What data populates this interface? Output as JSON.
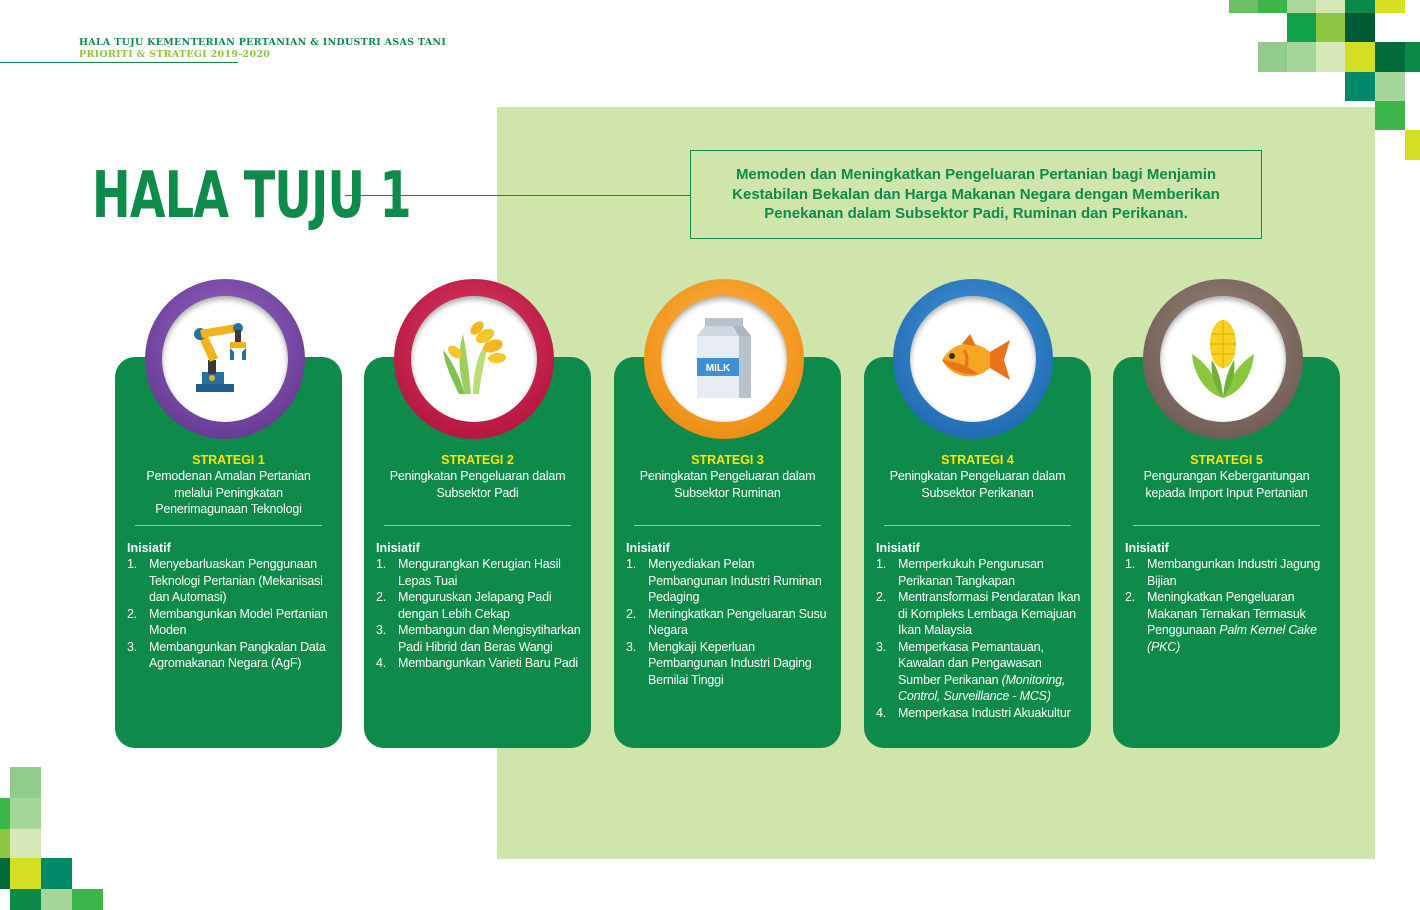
{
  "header": {
    "line1": "HALA TUJU KEMENTERIAN PERTANIAN & INDUSTRI ASAS TANI",
    "line2": "PRIORITI & STRATEGI 2019-2020"
  },
  "title": "HALA TUJU 1",
  "goal": "Memoden dan Meningkatkan Pengeluaran Pertanian bagi Menjamin Kestabilan Bekalan dan Harga Makanan Negara dengan Memberikan Penekanan dalam Subsektor Padi, Ruminan dan Perikanan.",
  "colors": {
    "primary_green": "#0e8a4a",
    "panel_green": "#cfe5ab",
    "strategy_label": "#ffe600"
  },
  "strategies": [
    {
      "label": "STRATEGI 1",
      "text": "Pemodenan Amalan Pertanian melalui Peningkatan Penerimagunaan Teknologi",
      "icon": "robot-arm-icon",
      "ring_color": "#7b4ea8",
      "initiative_heading": "Inisiatif",
      "initiatives": [
        {
          "num": "1.",
          "text": "Menyebarluaskan Penggunaan Teknologi Pertanian (Mekanisasi dan Automasi)"
        },
        {
          "num": "2.",
          "text": "Membangunkan Model Pertanian Moden"
        },
        {
          "num": "3.",
          "text": "Membangunkan Pangkalan Data Agromakanan Negara (AgF)"
        }
      ]
    },
    {
      "label": "STRATEGI 2",
      "text": "Peningkatan Pengeluaran dalam Subsektor Padi",
      "icon": "rice-plant-icon",
      "ring_color": "#c8234a",
      "initiative_heading": "Inisiatif",
      "initiatives": [
        {
          "num": "1.",
          "text": "Mengurangkan Kerugian Hasil Lepas Tuai"
        },
        {
          "num": "2.",
          "text": "Menguruskan Jelapang Padi dengan Lebih Cekap"
        },
        {
          "num": "3.",
          "text": "Membangun dan Mengisytiharkan Padi Hibrid dan Beras Wangi"
        },
        {
          "num": "4.",
          "text": "Membangunkan Varieti Baru Padi"
        }
      ]
    },
    {
      "label": "STRATEGI 3",
      "text": "Peningkatan Pengeluaran dalam Subsektor Ruminan",
      "icon": "milk-carton-icon",
      "icon_text": "MILK",
      "ring_color": "#f39a1f",
      "initiative_heading": "Inisiatif",
      "initiatives": [
        {
          "num": "1.",
          "text": "Menyediakan Pelan Pembangunan Industri Ruminan Pedaging"
        },
        {
          "num": "2.",
          "text": "Meningkatkan Pengeluaran Susu Negara"
        },
        {
          "num": "3.",
          "text": "Mengkaji Keperluan Pembangunan Industri Daging Bernilai Tinggi"
        }
      ]
    },
    {
      "label": "STRATEGI 4",
      "text": "Peningkatan Pengeluaran dalam Subsektor Perikanan",
      "icon": "fish-icon",
      "ring_color": "#2a7dc4",
      "initiative_heading": "Inisiatif",
      "initiatives": [
        {
          "num": "1.",
          "text": "Memperkukuh Pengurusan Perikanan Tangkapan"
        },
        {
          "num": "2.",
          "text": "Mentransformasi Pendaratan Ikan di Kompleks Lembaga Kemajuan Ikan Malaysia"
        },
        {
          "num": "3.",
          "text": "Memperkasa Pemantauan, Kawalan dan Pengawasan Sumber Perikanan ",
          "italic": "(Monitoring, Control, Surveillance - MCS)"
        },
        {
          "num": "4.",
          "text": "Memperkasa Industri Akuakultur"
        }
      ]
    },
    {
      "label": "STRATEGI 5",
      "text": "Pengurangan Kebergantungan kepada Import Input Pertanian",
      "icon": "corn-icon",
      "ring_color": "#7d6a5e",
      "initiative_heading": "Inisiatif",
      "initiatives": [
        {
          "num": "1.",
          "text": "Membangunkan Industri Jagung Bijian"
        },
        {
          "num": "2.",
          "text": "Meningkatkan Pengeluaran Makanan Ternakan Termasuk Penggunaan ",
          "italic": "Palm Kernel Cake (PKC)"
        }
      ]
    }
  ]
}
